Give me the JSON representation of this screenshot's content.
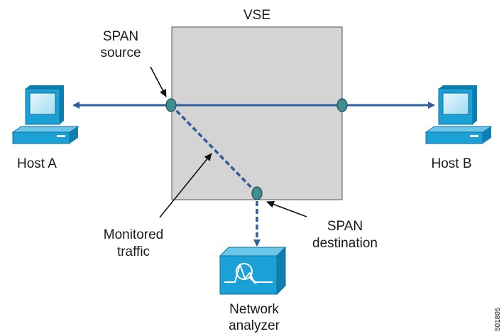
{
  "diagram": {
    "vse_label": "VSE",
    "span_source": {
      "line1": "SPAN",
      "line2": "source"
    },
    "host_a": "Host A",
    "host_b": "Host B",
    "monitored_traffic": {
      "line1": "Monitored",
      "line2": "traffic"
    },
    "span_destination": {
      "line1": "SPAN",
      "line2": "destination"
    },
    "network_analyzer": {
      "line1": "Network",
      "line2": "analyzer"
    },
    "figure_id": "501805"
  },
  "colors": {
    "vse_box": "#d4d4d4",
    "link": "#2f5d9e",
    "monitor_link": "#2f5d9e",
    "device": "#1ba1d6",
    "port": "#3f8f95"
  }
}
